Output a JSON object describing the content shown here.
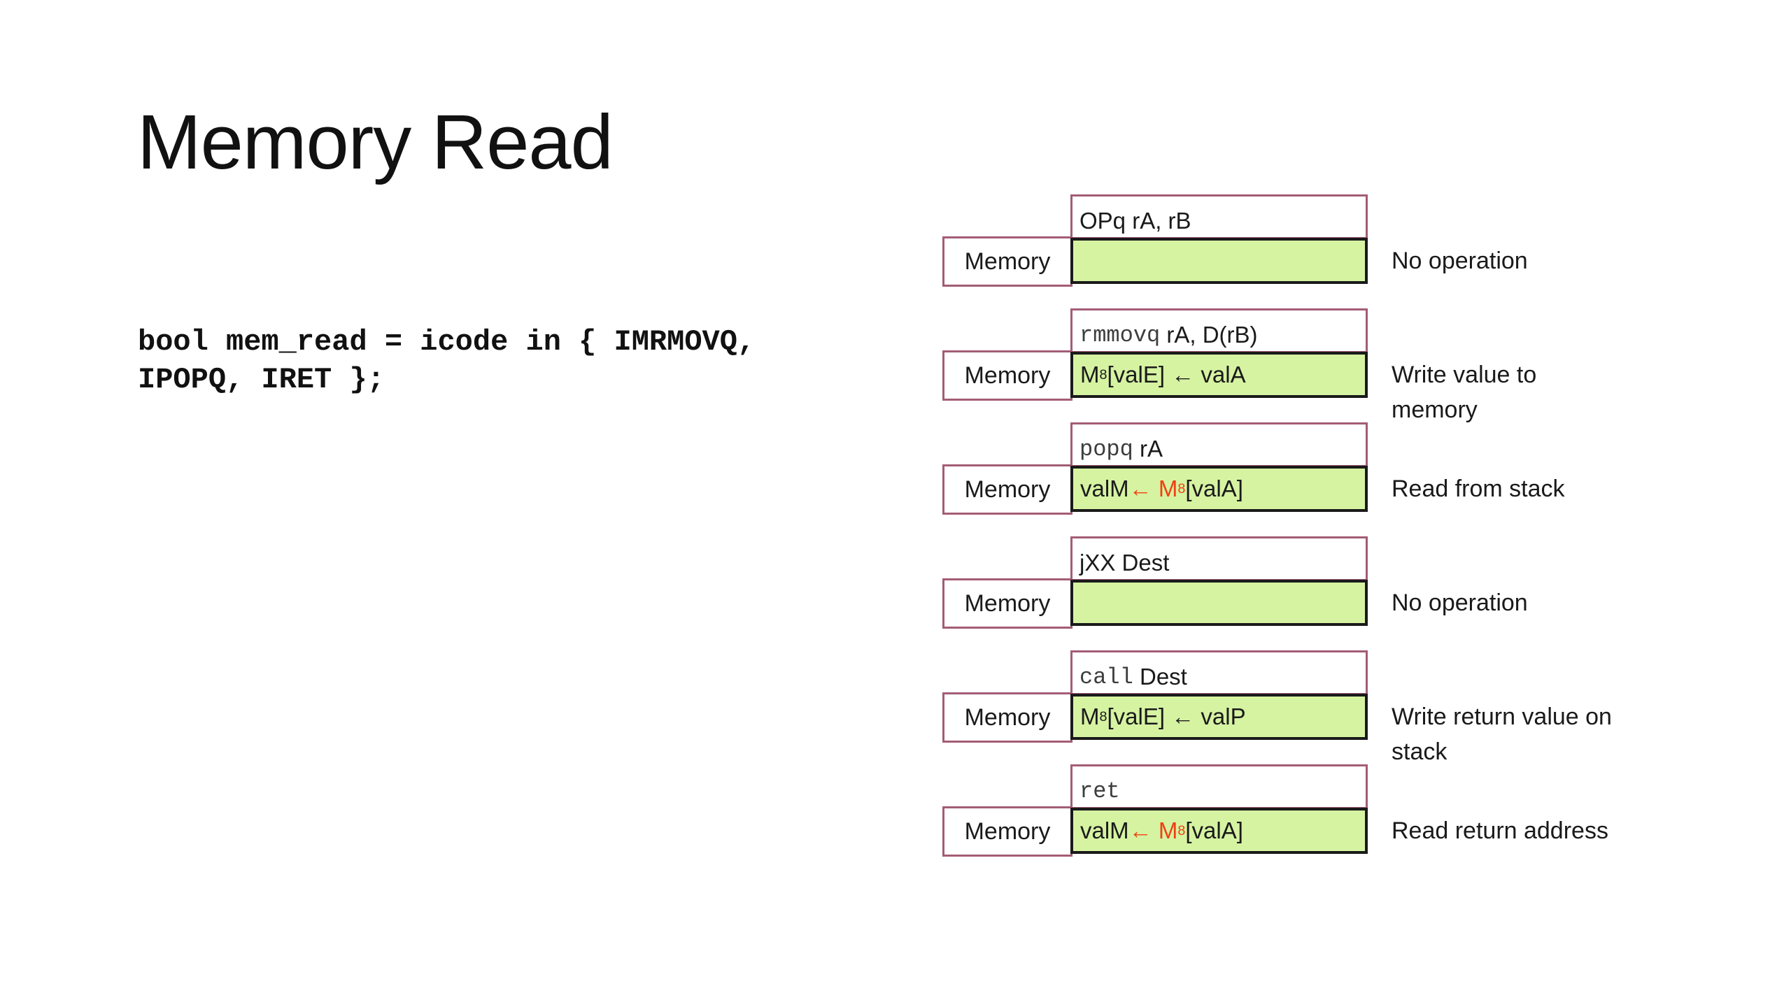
{
  "slide": {
    "title": "Memory Read",
    "code": "bool mem_read = icode in { IMRMOVQ,\nIPOPQ, IRET };"
  },
  "diagram": {
    "memory_label": "Memory",
    "colors": {
      "green_fill": "#d6f3a2",
      "box_border": "#a35c76",
      "highlight_red": "#f04114"
    },
    "blocks": [
      {
        "instruction": {
          "mono": "",
          "sans": "OPq rA, rB"
        },
        "operation": [],
        "description": "No operation"
      },
      {
        "instruction": {
          "mono": "rmmovq",
          "sans": " rA, D(rB)"
        },
        "operation": [
          {
            "text": "M"
          },
          {
            "text": "8",
            "sub": true
          },
          {
            "text": "[valE] ← valA"
          }
        ],
        "description": "Write value to\nmemory"
      },
      {
        "instruction": {
          "mono": "popq",
          "sans": " rA"
        },
        "operation": [
          {
            "text": "valM "
          },
          {
            "text": "← M",
            "red": true
          },
          {
            "text": "8",
            "sub": true,
            "red": true
          },
          {
            "text": "[valA]"
          }
        ],
        "description": "Read from stack"
      },
      {
        "instruction": {
          "mono": "",
          "sans": "jXX Dest"
        },
        "operation": [],
        "description": "No operation"
      },
      {
        "instruction": {
          "mono": "call",
          "sans": " Dest"
        },
        "operation": [
          {
            "text": "M"
          },
          {
            "text": "8",
            "sub": true
          },
          {
            "text": "[valE] ← valP"
          }
        ],
        "description": "Write return value on\nstack"
      },
      {
        "instruction": {
          "mono": "ret",
          "sans": ""
        },
        "operation": [
          {
            "text": "valM "
          },
          {
            "text": "← M",
            "red": true
          },
          {
            "text": "8",
            "sub": true,
            "red": true
          },
          {
            "text": "[valA]"
          }
        ],
        "description": "Read return address"
      }
    ]
  }
}
